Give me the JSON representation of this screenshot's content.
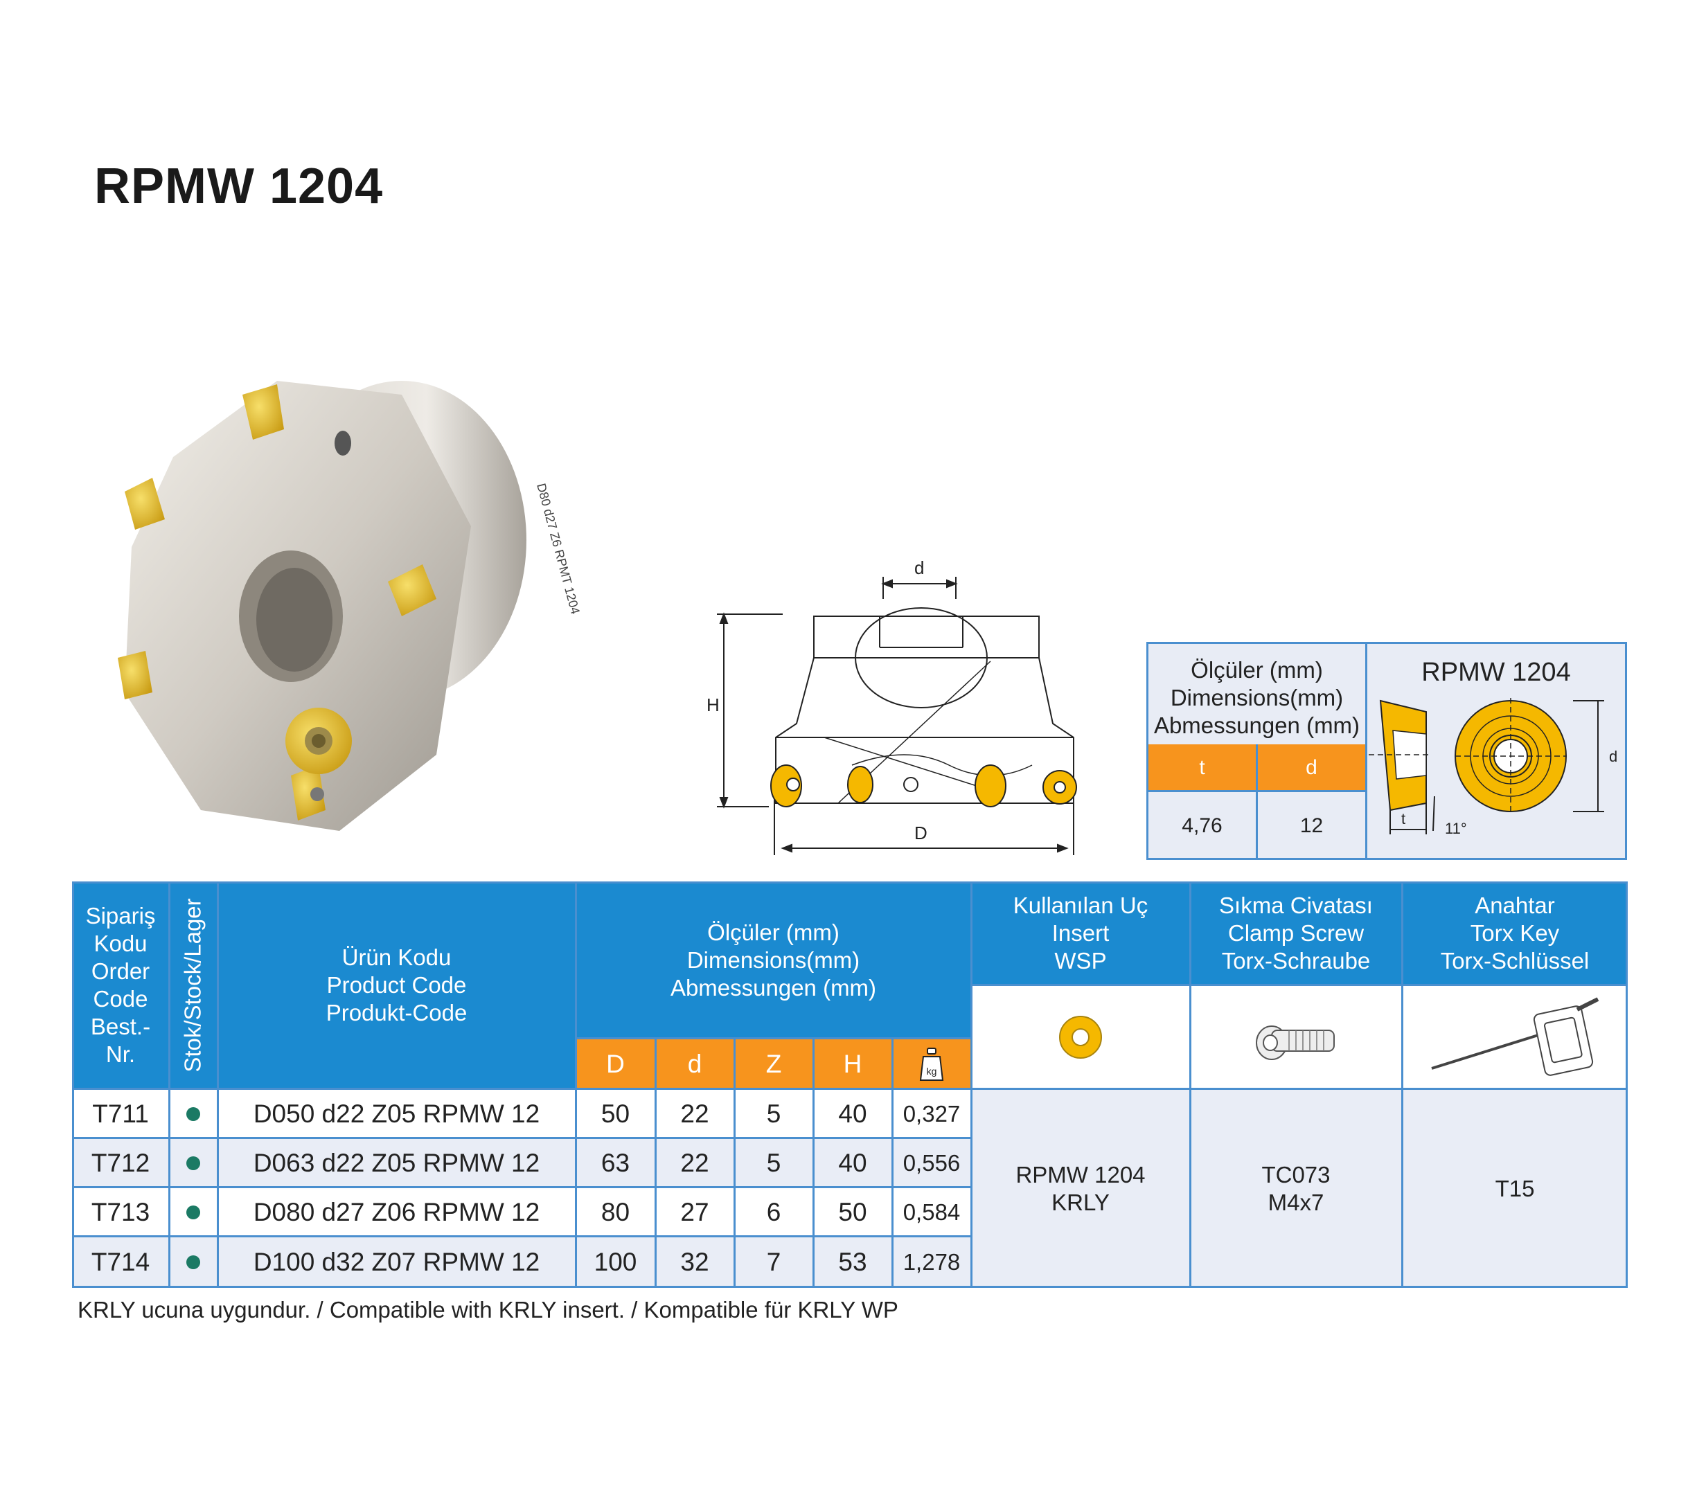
{
  "title": "RPMW 1204",
  "tool_drawing": {
    "label_d": "d",
    "label_H": "H",
    "label_D": "D"
  },
  "insert_spec": {
    "dims_lines": [
      "Ölçüler (mm)",
      "Dimensions(mm)",
      "Abmessungen (mm)"
    ],
    "insert_name": "RPMW 1204",
    "headers": [
      "t",
      "d"
    ],
    "values": [
      "4,76",
      "12"
    ],
    "diagram_labels": {
      "t": "t",
      "angle": "11°",
      "d": "d"
    }
  },
  "table": {
    "order_code_header": [
      "Sipariş",
      "Kodu",
      "Order",
      "Code",
      "Best.-",
      "Nr."
    ],
    "stock_header": "Stok/Stock/Lager",
    "product_code_header": [
      "Ürün Kodu",
      "Product Code",
      "Produkt-Code"
    ],
    "dimensions_header": [
      "Ölçüler (mm)",
      "Dimensions(mm)",
      "Abmessungen (mm)"
    ],
    "dim_columns": [
      "D",
      "d",
      "Z",
      "H"
    ],
    "weight_icon": "kg",
    "insert_header": [
      "Kullanılan Uç",
      "Insert",
      "WSP"
    ],
    "screw_header": [
      "Sıkma Civatası",
      "Clamp Screw",
      "Torx-Schraube"
    ],
    "key_header": [
      "Anahtar",
      "Torx Key",
      "Torx-Schlüssel"
    ],
    "rows": [
      {
        "order": "T711",
        "product": "D050 d22 Z05 RPMW 12",
        "D": "50",
        "d": "22",
        "Z": "5",
        "H": "40",
        "weight": "0,327"
      },
      {
        "order": "T712",
        "product": "D063 d22 Z05 RPMW 12",
        "D": "63",
        "d": "22",
        "Z": "5",
        "H": "40",
        "weight": "0,556"
      },
      {
        "order": "T713",
        "product": "D080 d27 Z06 RPMW 12",
        "D": "80",
        "d": "27",
        "Z": "6",
        "H": "50",
        "weight": "0,584"
      },
      {
        "order": "T714",
        "product": "D100 d32 Z07 RPMW 12",
        "D": "100",
        "d": "32",
        "Z": "7",
        "H": "53",
        "weight": "1,278"
      }
    ],
    "insert_value": [
      "RPMW 1204",
      "KRLY"
    ],
    "screw_value": [
      "TC073",
      "M4x7"
    ],
    "key_value": "T15"
  },
  "footnote": "KRLY ucuna uygundur. / Compatible with KRLY insert. / Kompatible für KRLY WP",
  "colors": {
    "header_blue": "#1b8ad0",
    "accent_orange": "#f7941d",
    "row_light": "#e9edf6",
    "stock_dot": "#1b7a64"
  }
}
